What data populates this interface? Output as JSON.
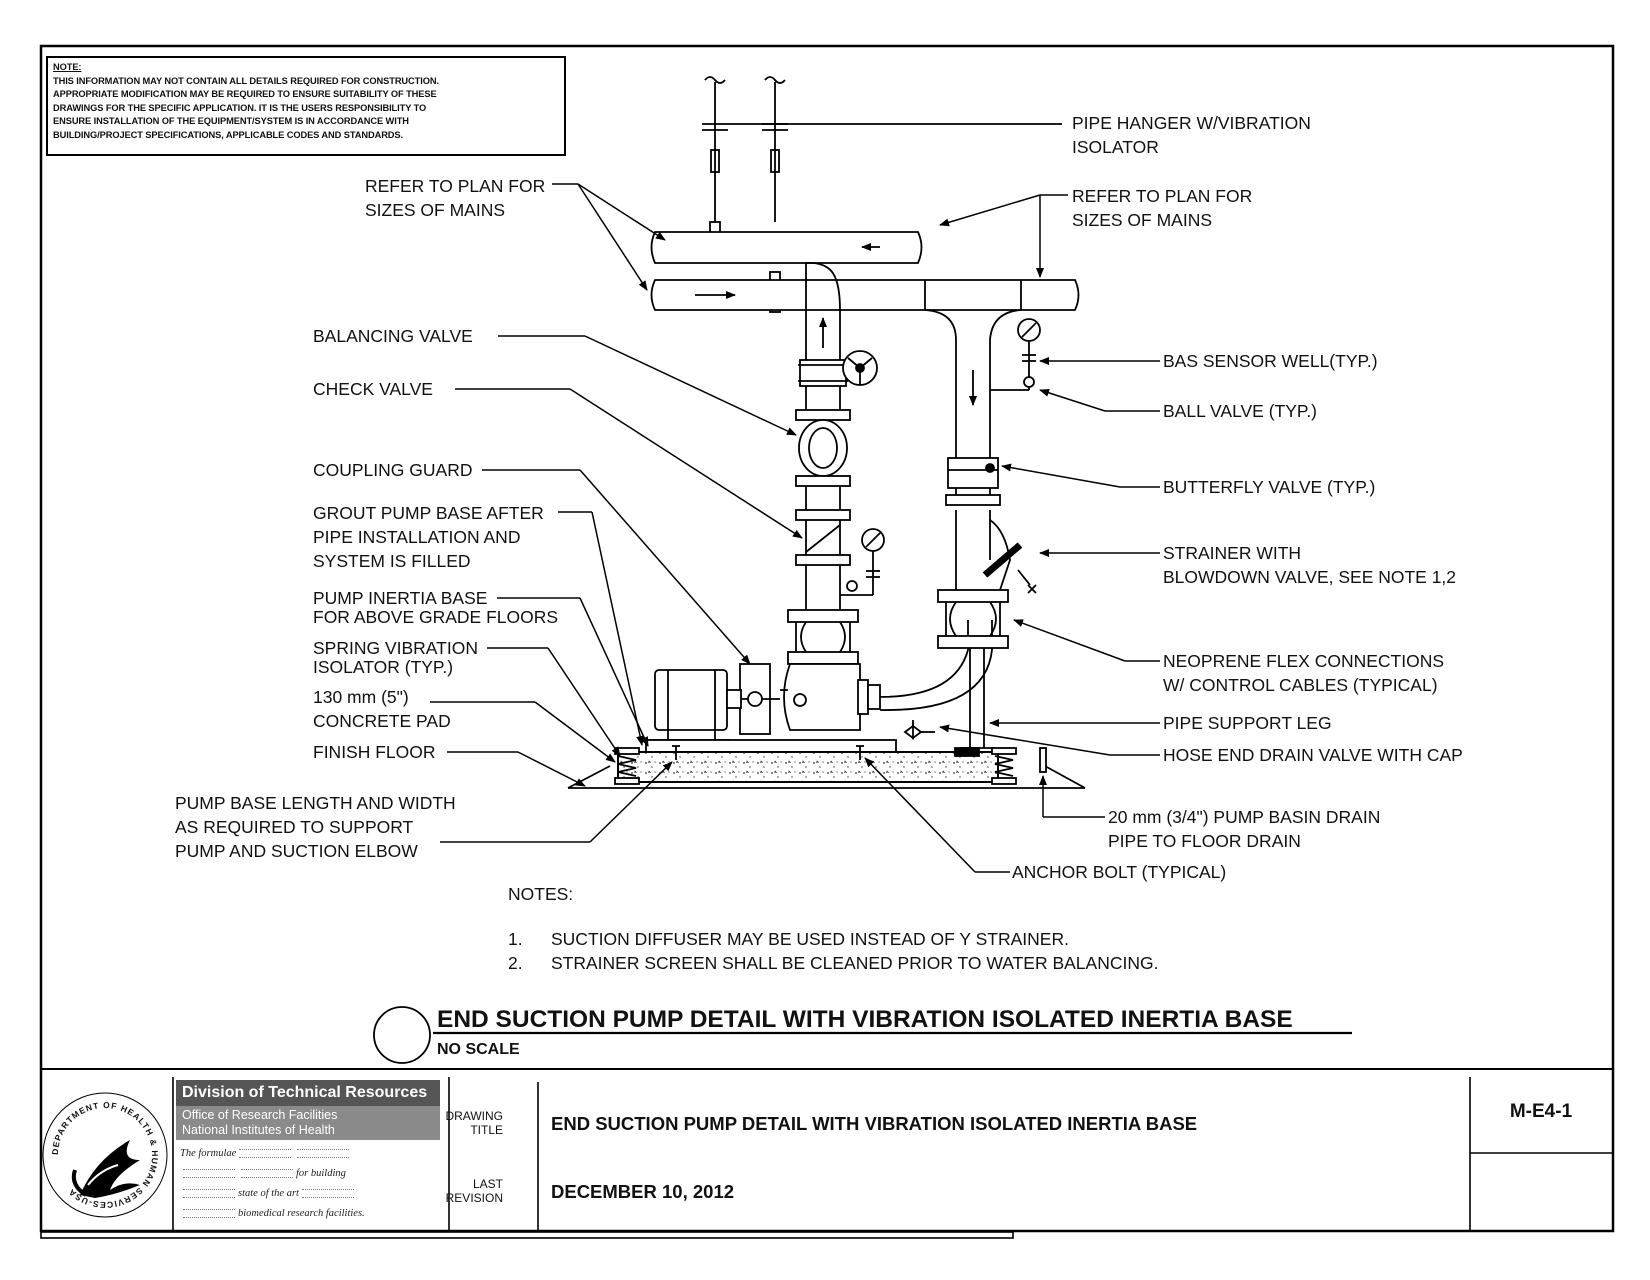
{
  "note": {
    "heading": "NOTE:",
    "lines": [
      "THIS INFORMATION MAY NOT CONTAIN ALL DETAILS REQUIRED FOR CONSTRUCTION.",
      "APPROPRIATE MODIFICATION MAY BE REQUIRED TO ENSURE SUITABILITY OF THESE",
      "DRAWINGS FOR THE SPECIFIC APPLICATION.  IT IS THE USERS RESPONSIBILITY TO",
      "ENSURE INSTALLATION OF THE EQUIPMENT/SYSTEM IS IN ACCORDANCE WITH",
      "BUILDING/PROJECT SPECIFICATIONS, APPLICABLE CODES AND STANDARDS."
    ]
  },
  "labels": {
    "pipe_hanger": [
      "PIPE HANGER W/VIBRATION",
      "ISOLATOR"
    ],
    "refer_left": [
      "REFER TO PLAN FOR",
      "SIZES OF MAINS"
    ],
    "refer_right": [
      "REFER TO PLAN FOR",
      "SIZES OF MAINS"
    ],
    "balancing_valve": "BALANCING VALVE",
    "check_valve": "CHECK VALVE",
    "coupling_guard": "COUPLING GUARD",
    "grout": [
      "GROUT PUMP BASE AFTER",
      "PIPE INSTALLATION AND",
      "SYSTEM IS FILLED"
    ],
    "inertia_base": [
      "PUMP INERTIA BASE",
      "FOR ABOVE GRADE FLOORS"
    ],
    "spring_isolator": [
      "SPRING VIBRATION",
      "ISOLATOR (TYP.)"
    ],
    "concrete_pad": [
      "130 mm (5\")",
      "CONCRETE PAD"
    ],
    "finish_floor": "FINISH FLOOR",
    "pump_base": [
      "PUMP BASE LENGTH AND WIDTH",
      "AS REQUIRED TO SUPPORT",
      "PUMP AND SUCTION ELBOW"
    ],
    "bas_sensor": "BAS SENSOR WELL(TYP.)",
    "ball_valve": "BALL VALVE (TYP.)",
    "butterfly_valve": "BUTTERFLY VALVE (TYP.)",
    "strainer": [
      "STRAINER WITH",
      "BLOWDOWN VALVE, SEE NOTE 1,2"
    ],
    "neoprene": [
      "NEOPRENE FLEX CONNECTIONS",
      "W/ CONTROL CABLES (TYPICAL)"
    ],
    "pipe_support": "PIPE SUPPORT LEG",
    "hose_drain": "HOSE END DRAIN VALVE WITH CAP",
    "basin_drain": [
      "20 mm (3/4\") PUMP BASIN DRAIN",
      "PIPE TO FLOOR DRAIN"
    ],
    "anchor_bolt": "ANCHOR BOLT (TYPICAL)"
  },
  "notes": {
    "heading": "NOTES:",
    "items": [
      {
        "num": "1.",
        "text": "SUCTION DIFFUSER MAY BE USED INSTEAD OF Y STRAINER."
      },
      {
        "num": "2.",
        "text": "STRAINER SCREEN SHALL BE CLEANED PRIOR TO WATER BALANCING."
      }
    ]
  },
  "detail_title": {
    "title": "END SUCTION PUMP DETAIL WITH VIBRATION ISOLATED INERTIA BASE",
    "scale": "NO SCALE"
  },
  "title_block": {
    "org": "Division of Technical Resources",
    "office": "Office of Research Facilities",
    "institute": "National Institutes of Health",
    "formula_words": [
      "The formulae",
      "for building",
      "state of the art",
      "biomedical research facilities."
    ],
    "drawing_title_label": [
      "DRAWING",
      "TITLE"
    ],
    "drawing_title": "END SUCTION PUMP DETAIL WITH VIBRATION ISOLATED INERTIA BASE",
    "last_revision_label": [
      "LAST",
      "REVISION"
    ],
    "last_revision": "DECEMBER 10, 2012",
    "sheet_number": "M-E4-1"
  },
  "seal_text": "DEPARTMENT OF HEALTH & HUMAN SERVICES-USA"
}
